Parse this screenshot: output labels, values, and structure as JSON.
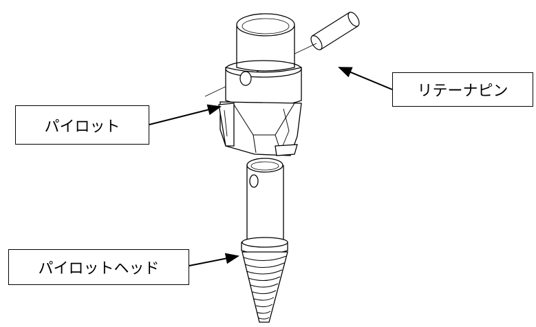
{
  "diagram": {
    "labels": {
      "retainer_pin": "リテーナピン",
      "pilot": "パイロット",
      "pilot_head": "パイロットヘッド"
    }
  }
}
